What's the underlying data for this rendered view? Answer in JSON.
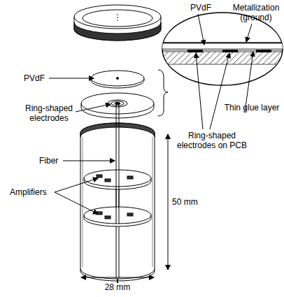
{
  "diagram": {
    "labels": [
      "PVdF",
      "Metallization (ground)",
      "PVdF",
      "Ring-shaped electrodes",
      "Fiber",
      "Amplifiers",
      "Ring-shaped electrodes on PCB",
      "Thin glue layer",
      "50 mm",
      "28 mm"
    ]
  }
}
